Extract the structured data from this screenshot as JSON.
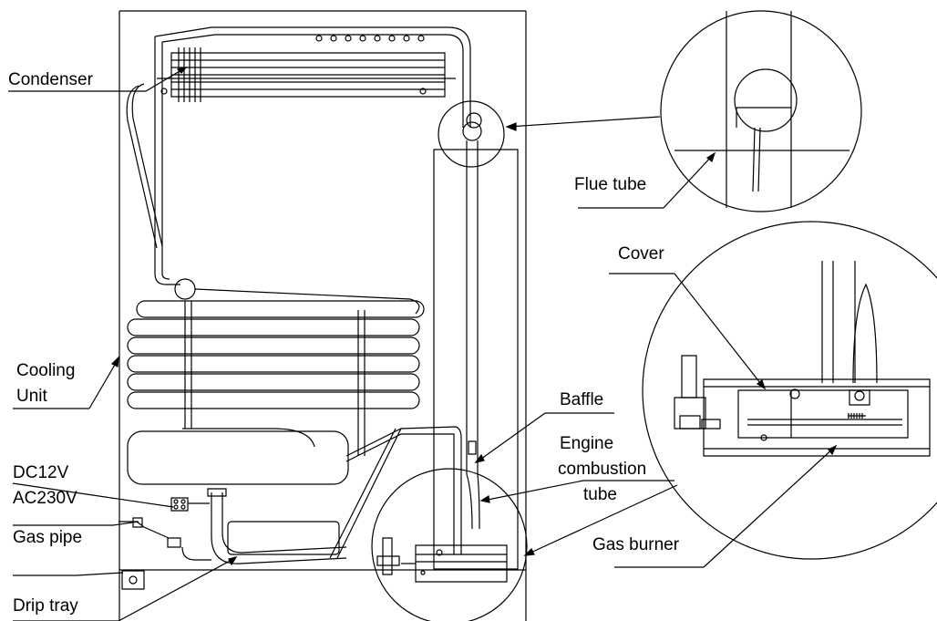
{
  "labels": {
    "condenser": "Condenser",
    "flue_tube": "Flue tube",
    "cover": "Cover",
    "cooling_unit_line1": "Cooling",
    "cooling_unit_line2": "Unit",
    "baffle": "Baffle",
    "engine_line1": "Engine",
    "engine_line2": "combustion",
    "engine_line3": "tube",
    "dc12v": "DC12V",
    "ac230v": "AC230V",
    "gas_pipe": "Gas pipe",
    "gas_burner": "Gas burner",
    "drip_tray": "Drip tray"
  },
  "colors": {
    "line": "#000000",
    "background": "#ffffff"
  }
}
